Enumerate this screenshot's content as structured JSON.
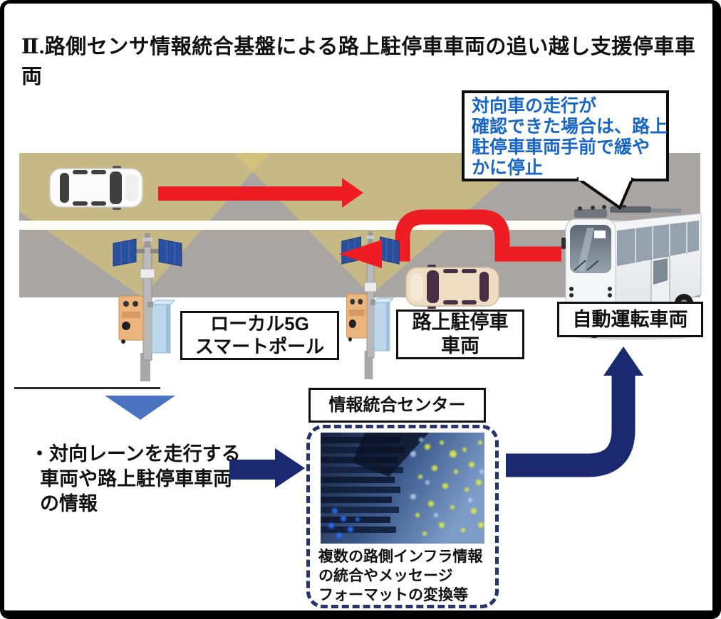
{
  "title": "Ⅱ.路側センサ情報統合基盤による路上駐停車車両の追い越し支援停車車両",
  "speech_bubble": {
    "lines": [
      "対向車の走行が",
      "確認できた場合は、路上",
      "駐停車車両手前で緩や",
      "かに停止"
    ]
  },
  "labels": {
    "smart_pole": {
      "line1": "ローカル5G",
      "line2": "スマートポール"
    },
    "parked_vehicle": {
      "line1": "路上駐停車",
      "line2": "車両"
    },
    "autonomous_vehicle": "自動運転車両",
    "info_center": "情報統合センター"
  },
  "notes": {
    "left_note": {
      "lines": [
        "・対向レーンを走行する",
        "車両や路上駐停車車両",
        "の情報"
      ]
    },
    "center_note": {
      "lines": [
        "複数の路側インフラ情報",
        "の統合やメッセージ",
        "フォーマットの変換等"
      ]
    }
  },
  "colors": {
    "red_arrow": "#ee1c23",
    "navy_arrow": "#1b2a70",
    "dashed_border": "#25346b",
    "bubble_text": "#1766c8",
    "triangle_blue": "#4a73c2",
    "road_gray": "#a8a5a3",
    "sensor_cone_yellow": "#dfcb6f"
  },
  "icons": {
    "down-triangle-icon": "css-triangle-down",
    "flow-arrow-right-icon": "navy-block-arrow",
    "flow-arrow-up-icon": "navy-curved-block-arrow",
    "red-forward-arrow-icon": "red-straight-arrow",
    "red-overtake-arrow-icon": "red-curved-arrow"
  }
}
